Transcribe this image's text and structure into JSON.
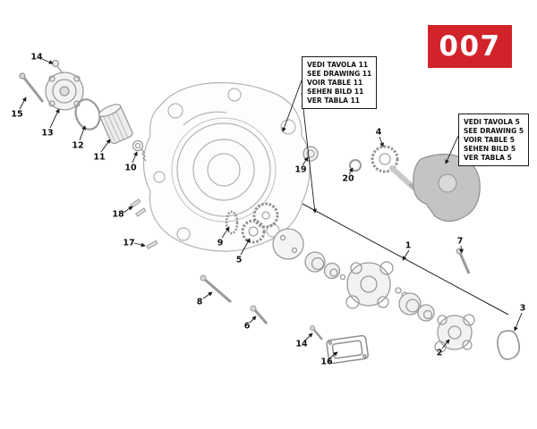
{
  "page": {
    "badge_number": "007"
  },
  "ref_boxes": [
    {
      "lines": [
        "VEDI TAVOLA 11",
        "SEE DRAWING 11",
        "VOIR TABLE 11",
        "SEHEN BILD 11",
        "VER TABLA 11"
      ]
    },
    {
      "lines": [
        "VEDI TAVOLA 5",
        "SEE DRAWING 5",
        "VOIR TABLE 5",
        "SEHEN BILD 5",
        "VER TABLA 5"
      ]
    }
  ],
  "callouts": [
    {
      "num": "14"
    },
    {
      "num": "15"
    },
    {
      "num": "13"
    },
    {
      "num": "12"
    },
    {
      "num": "11"
    },
    {
      "num": "10"
    },
    {
      "num": "18"
    },
    {
      "num": "17"
    },
    {
      "num": "9"
    },
    {
      "num": "5"
    },
    {
      "num": "8"
    },
    {
      "num": "6"
    },
    {
      "num": "14"
    },
    {
      "num": "16"
    },
    {
      "num": "19"
    },
    {
      "num": "20"
    },
    {
      "num": "4"
    },
    {
      "num": "1"
    },
    {
      "num": "7"
    },
    {
      "num": "2"
    },
    {
      "num": "3"
    }
  ]
}
